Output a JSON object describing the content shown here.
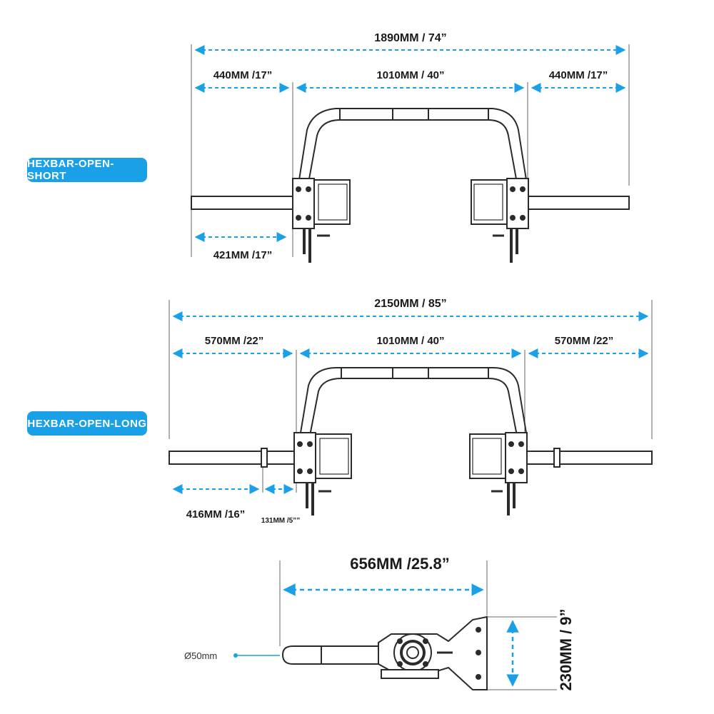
{
  "colors": {
    "accent": "#1aa0e6",
    "line": "#2b2b2b",
    "text": "#1a1a1a"
  },
  "short": {
    "badge": "HEXBAR-OPEN-SHORT",
    "overall": "1890MM / 74”",
    "left_sleeve": "440MM /17”",
    "center": "1010MM / 40”",
    "right_sleeve": "440MM /17”",
    "loadable": "421MM /17”"
  },
  "long": {
    "badge": "HEXBAR-OPEN-LONG",
    "overall": "2150MM / 85”",
    "left_sleeve": "570MM /22”",
    "center": "1010MM / 40”",
    "right_sleeve": "570MM /22”",
    "loadable": "416MM /16”",
    "collar": "131MM /5””"
  },
  "side": {
    "width": "656MM /25.8”",
    "height": "230MM / 9”",
    "diameter": "Ø50mm"
  }
}
